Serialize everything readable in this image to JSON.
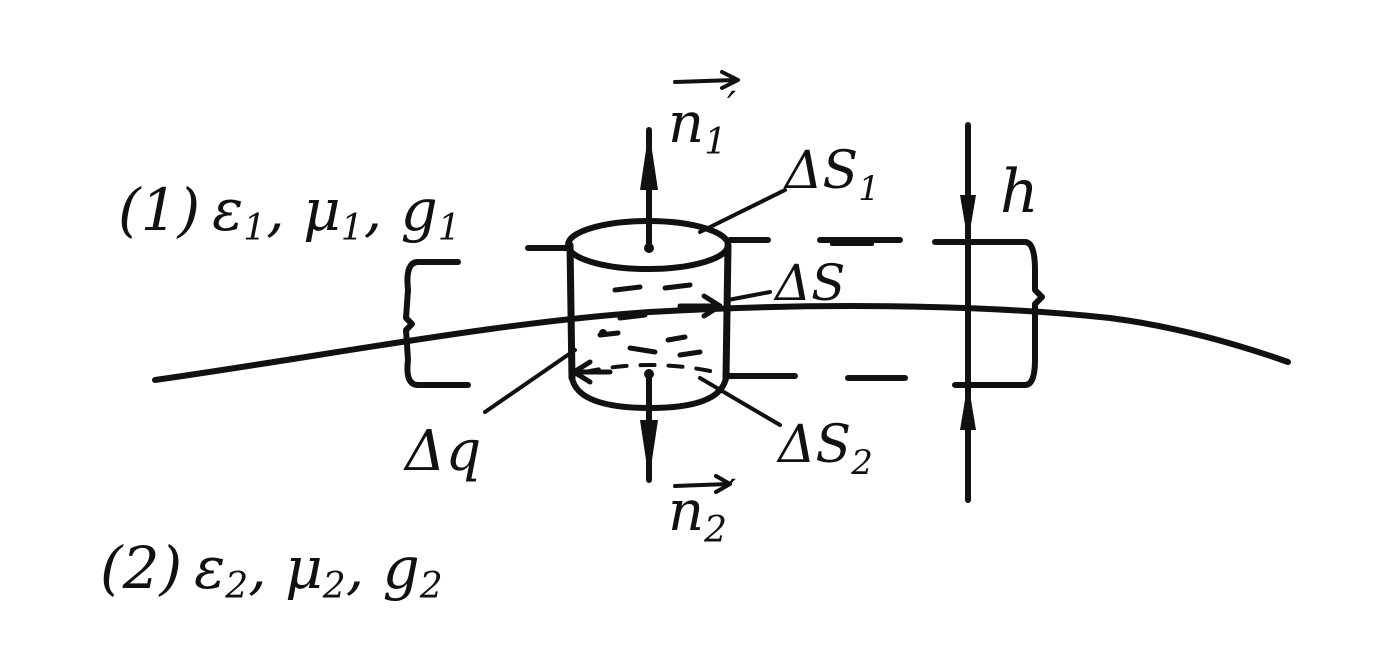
{
  "medium_1": {
    "number": "(1)",
    "params": "ε",
    "eps_sub": "1",
    "mu": "μ",
    "mu_sub": "1",
    "g": "g",
    "g_sub": "1"
  },
  "medium_2": {
    "number": "(2)",
    "params": "ε",
    "eps_sub": "2",
    "mu": "μ",
    "mu_sub": "2",
    "g": "g",
    "g_sub": "2"
  },
  "labels": {
    "n1": "n",
    "n1_sub": "1",
    "n1_prime": "′",
    "n2": "n",
    "n2_sub": "2",
    "n2_prime": "′",
    "dS1": "ΔS",
    "dS1_sub": "1",
    "dS": "ΔS",
    "dS2": "ΔS",
    "dS2_sub": "2",
    "dq": "Δq",
    "h": "h"
  },
  "colors": {
    "ink": "#111111",
    "background": "#ffffff"
  }
}
